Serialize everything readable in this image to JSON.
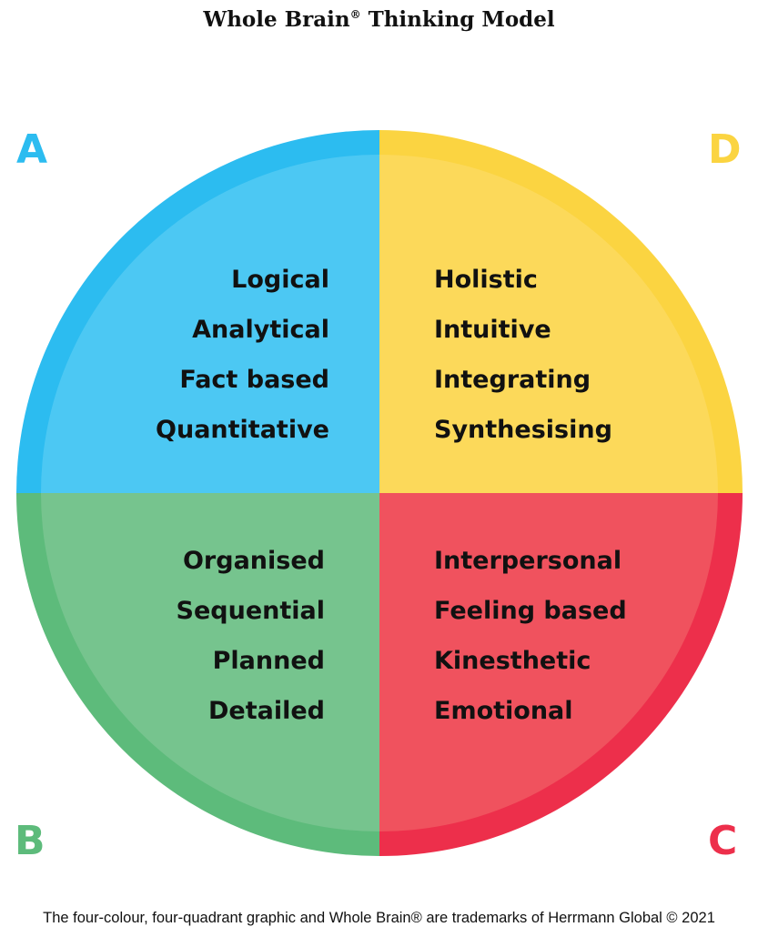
{
  "title": {
    "main": "Whole Brain",
    "mark": "®",
    "rest": " Thinking Model"
  },
  "quadrants": {
    "a": {
      "letter": "A",
      "color": "#4cc8f3",
      "rim_color": "#2cbcf0",
      "items": [
        "Logical",
        "Analytical",
        "Fact based",
        "Quantitative"
      ]
    },
    "d": {
      "letter": "D",
      "color": "#fcd95a",
      "rim_color": "#fbd441",
      "items": [
        "Holistic",
        "Intuitive",
        "Integrating",
        "Synthesising"
      ]
    },
    "b": {
      "letter": "B",
      "color": "#76c48e",
      "rim_color": "#5dbb7b",
      "items": [
        "Organised",
        "Sequential",
        "Planned",
        "Detailed"
      ]
    },
    "c": {
      "letter": "C",
      "color": "#f0525e",
      "rim_color": "#ed2f4b",
      "items": [
        "Interpersonal",
        "Feeling based",
        "Kinesthetic",
        "Emotional"
      ]
    }
  },
  "footer": "The four-colour, four-quadrant graphic and Whole Brain® are trademarks of Herrmann Global © 2021"
}
